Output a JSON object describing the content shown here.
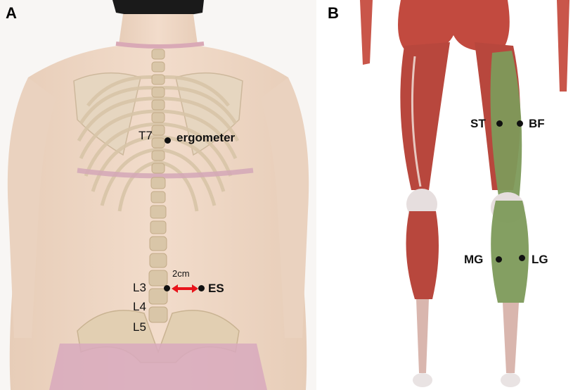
{
  "panel_a": {
    "letter": "A",
    "vertebra_t7": "T7",
    "ergometer_label": "ergometer",
    "vertebra_l3": "L3",
    "vertebra_l4": "L4",
    "vertebra_l5": "L5",
    "distance_label": "2cm",
    "es_label": "ES",
    "arrow_color": "#e8141b"
  },
  "panel_b": {
    "letter": "B",
    "st_label": "ST",
    "bf_label": "BF",
    "mg_label": "MG",
    "lg_label": "LG",
    "highlight_color": "#7d9a5a"
  }
}
